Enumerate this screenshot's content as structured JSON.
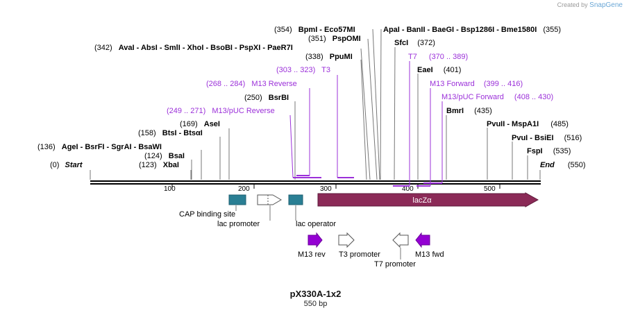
{
  "credit": {
    "prefix": "Created by",
    "brand": "SnapGene"
  },
  "sequence_length": 550,
  "title": "pX330A-1x2",
  "subtitle": "550 bp",
  "colors": {
    "backbone": "#000000",
    "primer": "#9b30d9",
    "feature_box": "#2a7f94",
    "lacz": "#8b2a57",
    "primer_arrow": "#9400d3"
  },
  "ruler_ticks": [
    "100",
    "200",
    "300",
    "400",
    "500"
  ],
  "sites": [
    {
      "pos": "(0)",
      "name": "Start",
      "italic": true
    },
    {
      "pos": "(550)",
      "name": "End",
      "italic": true,
      "pos_after": true
    },
    {
      "pos": "(123)",
      "name": "XbaI"
    },
    {
      "pos": "(124)",
      "name": "BsaI"
    },
    {
      "pos": "(136)",
      "name": "AgeI - BsrFI - SgrAI - BsaWI"
    },
    {
      "pos": "(158)",
      "name": "BtsI - BtsαI"
    },
    {
      "pos": "(169)",
      "name": "AseI"
    },
    {
      "pos": "(250)",
      "name": "BsrBI"
    },
    {
      "pos": "(338)",
      "name": "PpuMI"
    },
    {
      "pos": "(342)",
      "name": "AvaI - AbsI - SmlI - XhoI - BsoBI - PspXI - PaeR7I"
    },
    {
      "pos": "(351)",
      "name": "PspOMI"
    },
    {
      "pos": "(354)",
      "name": "BpmI - Eco57MI"
    },
    {
      "pos": "(355)",
      "name": "ApaI - BanII - BaeGI - Bsp1286I - Bme1580I",
      "pos_after": true
    },
    {
      "pos": "(372)",
      "name": "SfcI",
      "pos_after": true
    },
    {
      "pos": "(401)",
      "name": "EaeI",
      "pos_after": true
    },
    {
      "pos": "(435)",
      "name": "BmrI",
      "pos_after": true
    },
    {
      "pos": "(485)",
      "name": "PvuII - MspA1I",
      "pos_after": true
    },
    {
      "pos": "(516)",
      "name": "PvuI - BsiEI",
      "pos_after": true
    },
    {
      "pos": "(535)",
      "name": "FspI",
      "pos_after": true
    }
  ],
  "primers": [
    {
      "range": "(249 .. 271)",
      "name": "M13/pUC Reverse"
    },
    {
      "range": "(268 .. 284)",
      "name": "M13 Reverse"
    },
    {
      "range": "(303 .. 323)",
      "name": "T3"
    },
    {
      "range": "(370 .. 389)",
      "name": "T7"
    },
    {
      "range": "(399 .. 416)",
      "name": "M13 Forward"
    },
    {
      "range": "(408 .. 430)",
      "name": "M13/pUC Forward"
    }
  ],
  "features": [
    {
      "name": "CAP binding site",
      "type": "box"
    },
    {
      "name": "lac promoter",
      "type": "arrow-right-outline"
    },
    {
      "name": "lac operator",
      "type": "box"
    },
    {
      "name": "lacZα",
      "type": "arrow-right-filled"
    }
  ],
  "primer_features": [
    {
      "name": "M13 rev",
      "type": "arrow-right-filled"
    },
    {
      "name": "T3 promoter",
      "type": "arrow-right-outline"
    },
    {
      "name": "T7 promoter",
      "type": "arrow-left-outline"
    },
    {
      "name": "M13 fwd",
      "type": "arrow-left-filled"
    }
  ]
}
